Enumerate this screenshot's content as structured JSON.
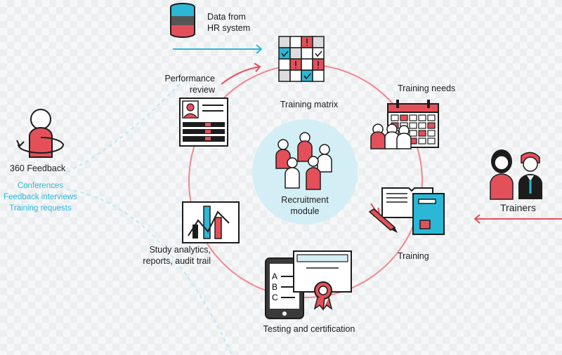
{
  "colors": {
    "red": "#e4505a",
    "cyan": "#2bb7d6",
    "light_cyan": "#d3eef5",
    "ring": "#f2888f",
    "dark": "#1c1c1c"
  },
  "labels": {
    "data_from_hr_line1": "Data from",
    "data_from_hr_line2": "HR system",
    "training_matrix": "Training matrix",
    "performance_review_line1": "Performance",
    "performance_review_line2": "review",
    "training_needs": "Training  needs",
    "recruitment_line1": "Recruitment",
    "recruitment_line2": "module",
    "trainers": "Trainers",
    "training": "Training",
    "feedback_360": "360 Feedback",
    "study_analytics_line1": "Study analytics,",
    "study_analytics_line2": "reports, audit trail",
    "testing_certification": "Testing and certification"
  },
  "feedback_items": [
    "Conferences",
    "Feedback interviews",
    "Training requests"
  ],
  "quiz_letters": [
    "A",
    "B",
    "C"
  ],
  "icons": [
    "database-icon",
    "training-matrix-icon",
    "performance-review-icon",
    "training-needs-calendar-icon",
    "recruitment-people-icon",
    "trainers-icon",
    "training-book-icon",
    "person-360-icon",
    "analytics-chart-icon",
    "testing-tablet-icon",
    "certificate-icon"
  ]
}
